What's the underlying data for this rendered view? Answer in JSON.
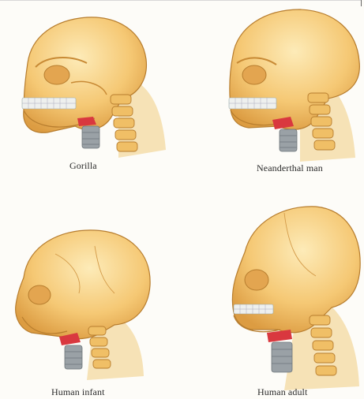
{
  "panels": {
    "gorilla": {
      "caption": "Gorilla"
    },
    "neanderthal": {
      "caption": "Neanderthal man"
    },
    "human_infant": {
      "caption": "Human infant"
    },
    "human_adult": {
      "caption": "Human adult"
    }
  },
  "colors": {
    "bone_light": "#fbe4a8",
    "bone_mid": "#f3c46e",
    "bone_dark": "#d99a3e",
    "outline": "#b77d2e",
    "teeth": "#eef0ee",
    "larynx_grey": "#9aa1a6",
    "larynx_red": "#d9383f",
    "skin": "#f6e2b6"
  }
}
